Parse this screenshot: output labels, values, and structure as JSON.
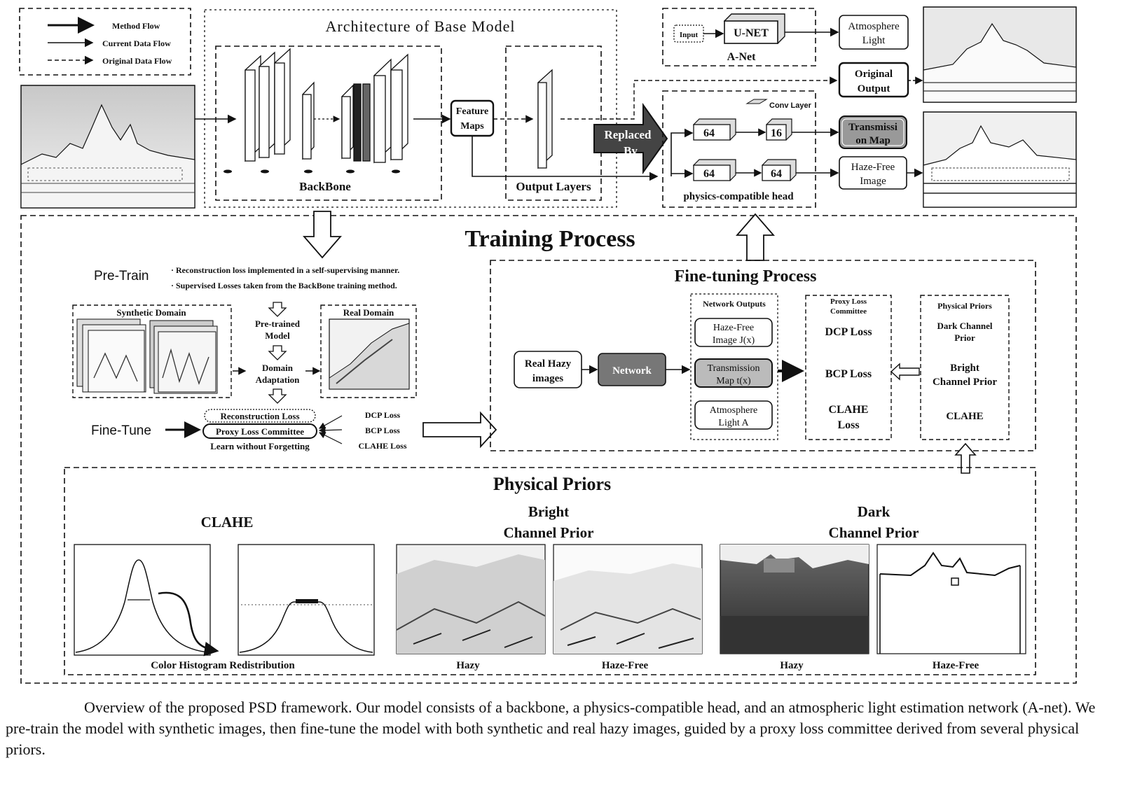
{
  "legend": {
    "method_flow": "Method Flow",
    "current_flow": "Current Data Flow",
    "original_flow": "Original Data Flow"
  },
  "base_model": {
    "title": "Architecture of Base Model",
    "backbone_label": "BackBone",
    "output_layers_label": "Output Layers",
    "feature_maps": [
      "Feature",
      "Maps"
    ],
    "replaced_by": [
      "Replaced",
      "By"
    ]
  },
  "anet": {
    "input_label": "Input",
    "unet_label": "U-NET",
    "anet_label": "A-Net",
    "atmosphere_light": [
      "Atmosphere",
      "Light"
    ],
    "original_output": [
      "Original",
      "Output"
    ]
  },
  "head": {
    "conv_layer_label": "Conv Layer",
    "blocks": [
      "64",
      "16",
      "64",
      "64"
    ],
    "label": "physics-compatible head",
    "transmission_map": [
      "Transmissi",
      "on Map"
    ],
    "haze_free_image": [
      "Haze-Free",
      "Image"
    ]
  },
  "training": {
    "title": "Training Process",
    "pretrain_label": "Pre-Train",
    "pretrain_bullets": [
      "· Reconstruction loss implemented in a self-supervising manner.",
      "· Supervised Losses taken from the BackBone training method."
    ],
    "synthetic_domain": "Synthetic Domain",
    "real_domain": "Real Domain",
    "pretrained_model": [
      "Pre-trained",
      "Model"
    ],
    "domain_adaptation": [
      "Domain",
      "Adaptation"
    ],
    "finetune_label": "Fine-Tune",
    "finetune_items": [
      "Reconstruction Loss",
      "Proxy Loss Committee",
      "Learn without Forgetting"
    ],
    "loss_labels": [
      "DCP Loss",
      "BCP Loss",
      "CLAHE Loss"
    ]
  },
  "finetuning": {
    "title": "Fine-tuning Process",
    "real_hazy": [
      "Real Hazy",
      "images"
    ],
    "network": "Network",
    "network_outputs_title": "Network Outputs",
    "outputs": [
      [
        "Haze-Free",
        "Image J(x)"
      ],
      [
        "Transmission",
        "Map t(x)"
      ],
      [
        "Atmosphere",
        "Light A"
      ]
    ],
    "committee_title": [
      "Proxy Loss",
      "Committee"
    ],
    "committee_items": [
      "DCP Loss",
      "BCP Loss",
      "CLAHE",
      "Loss"
    ],
    "priors_title": "Physical Priors",
    "priors_items": [
      [
        "Dark Channel",
        "Prior"
      ],
      [
        "Bright",
        "Channel Prior"
      ],
      [
        "CLAHE"
      ]
    ]
  },
  "physical_priors": {
    "title": "Physical Priors",
    "clahe_title": "CLAHE",
    "bcp_title": [
      "Bright",
      "Channel Prior"
    ],
    "dcp_title": [
      "Dark",
      "Channel Prior"
    ],
    "clahe_caption": "Color Histogram Redistribution",
    "hazy": "Hazy",
    "haze_free": "Haze-Free"
  },
  "caption": "Overview of the proposed PSD framework.  Our model consists of a backbone, a physics-compatible head, and an atmospheric light estimation network (A-net). We pre-train the model with synthetic images, then fine-tune the model with both synthetic and real hazy images, guided by a proxy loss committee derived from several physical priors."
}
